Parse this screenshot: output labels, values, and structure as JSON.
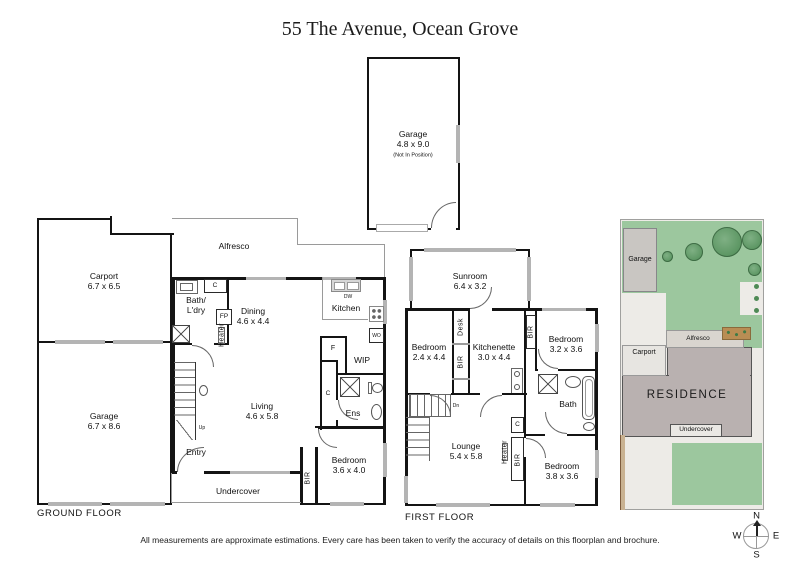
{
  "title": "55 The Avenue, Ocean Grove",
  "disclaimer": "All measurements are approximate estimations. Every care has been taken to verify the accuracy of details on this floorplan and brochure.",
  "detached_garage": {
    "label": "Garage\n4.8 x 9.0",
    "note": "(Not In Position)"
  },
  "gf": {
    "floor": "GROUND FLOOR",
    "carport": "Carport\n6.7 x 6.5",
    "garage": "Garage\n6.7 x 8.6",
    "alfresco": "Alfresco",
    "bath_ldry": "Bath/\nL'dry",
    "c1": "C",
    "fp": "FP",
    "heater": "Heater",
    "dining": "Dining\n4.6 x 4.4",
    "kitchen": "Kitchen",
    "dw": "DW",
    "wo": "WO",
    "f": "F",
    "wip": "WIP",
    "c2": "C",
    "ens": "Ens",
    "living": "Living\n4.6 x 5.8",
    "entry": "Entry",
    "up": "Up",
    "bir": "BIR",
    "bedroom": "Bedroom\n3.6 x 4.0",
    "undercover": "Undercover"
  },
  "ff": {
    "floor": "FIRST FLOOR",
    "sunroom": "Sunroom\n6.4 x 3.2",
    "bedroom1": "Bedroom\n2.4 x 4.4",
    "desk": "Desk",
    "bir1": "BIR",
    "kitchenette": "Kitchenette\n3.0 x 4.4",
    "bir2": "BIR",
    "bedroom2": "Bedroom\n3.2 x 3.6",
    "bath": "Bath",
    "c": "C",
    "dn": "Dn",
    "lounge": "Lounge\n5.4 x 5.8",
    "heater": "Heater",
    "bir3": "BIR",
    "bedroom3": "Bedroom\n3.8 x 3.6"
  },
  "site": {
    "garage": "Garage",
    "alfresco": "Alfresco",
    "carport": "Carport",
    "residence": "RESIDENCE",
    "undercover": "Undercover"
  },
  "compass": {
    "n": "N",
    "e": "E",
    "s": "S",
    "w": "W"
  },
  "colors": {
    "wall": "#141414",
    "window": "#b4b4b4",
    "lawn": "#9cc79e",
    "tree": "#58935f",
    "site_bg": "#edebe7",
    "residence_fill": "#b9b1b0"
  }
}
